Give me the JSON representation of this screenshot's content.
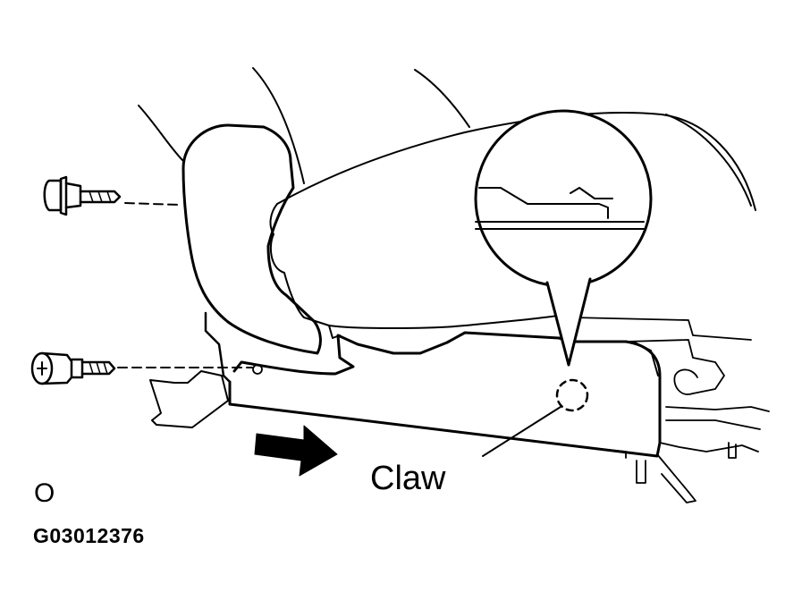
{
  "labels": {
    "claw": "Claw",
    "view_marker": "O",
    "figure_id": "G03012376"
  },
  "colors": {
    "line": "#000000",
    "background": "#ffffff"
  },
  "icons": {
    "arrow": "removal-direction-arrow",
    "fasteners": [
      "clip-pin-icon",
      "phillips-screw-icon"
    ]
  }
}
